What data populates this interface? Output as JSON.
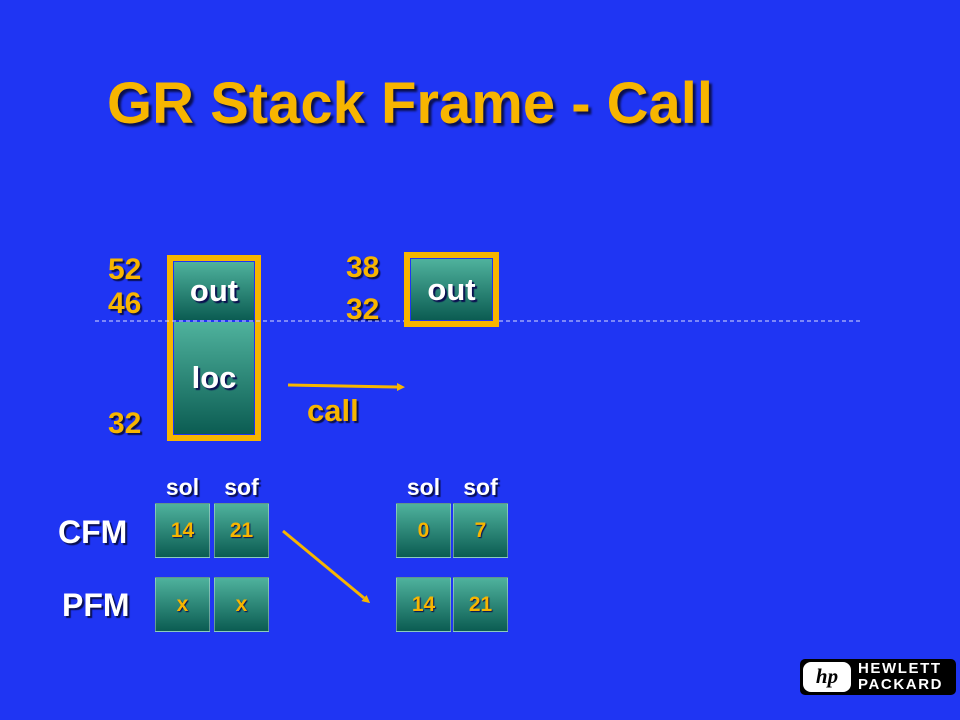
{
  "title": "GR Stack Frame - Call",
  "before_call": {
    "register_labels": [
      "52",
      "46",
      "32"
    ],
    "sections": [
      "out",
      "loc"
    ],
    "columns": [
      "sol",
      "sof"
    ],
    "cfm": [
      "14",
      "21"
    ],
    "pfm": [
      "x",
      "x"
    ]
  },
  "after_call": {
    "register_labels": [
      "38",
      "32"
    ],
    "sections": [
      "out"
    ],
    "columns": [
      "sol",
      "sof"
    ],
    "cfm": [
      "0",
      "7"
    ],
    "pfm": [
      "14",
      "21"
    ]
  },
  "action_label": "call",
  "row_labels": {
    "cfm": "CFM",
    "pfm": "PFM"
  },
  "logo": {
    "mark": "hp",
    "line1": "HEWLETT",
    "line2": "PACKARD"
  },
  "colors": {
    "background": "#1f35f3",
    "accent": "#f7b500",
    "text": "#ffffff",
    "teal_light": "#4fb29d",
    "teal_dark": "#0b5c52",
    "shadow": "#0a1050",
    "guide_line": "#d8dcff"
  }
}
